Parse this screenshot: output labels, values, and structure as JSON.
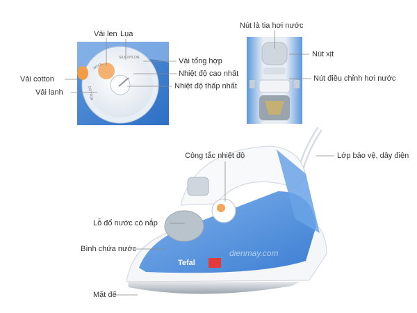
{
  "dial_labels": {
    "vai_len": "Vải len",
    "lua": "Lụa",
    "vai_tong_hop": "Vải tổng hợp",
    "vai_cotton": "Vải cotton",
    "vai_lanh": "Vải lanh",
    "nhiet_do_cao_nhat": "Nhiệt độ cao nhất",
    "nhiet_do_thap_nhat": "Nhiệt độ thấp nhất"
  },
  "top_labels": {
    "nut_la_tia_hoi_nuoc": "Nút là tia hơi nước",
    "nut_xit": "Nút xịt",
    "nut_dieu_chinh_hoi_nuoc": "Nút điều chỉnh hơi nước"
  },
  "main_labels": {
    "cong_tac_nhiet_do": "Công tắc nhiệt độ",
    "lop_bao_ve_day_dien": "Lớp bảo vệ, dây điện",
    "lo_do_nuoc": "Lỗ đổ nước có nắp",
    "binh_chua_nuoc": "Bình chứa nước",
    "mat_de": "Mặt đế"
  },
  "brand": {
    "name": "Tefal",
    "watermark": "dienmay.com"
  },
  "colors": {
    "accent_blue": "#4f8fd8",
    "label_text": "#333333",
    "leader_line": "#888888"
  }
}
